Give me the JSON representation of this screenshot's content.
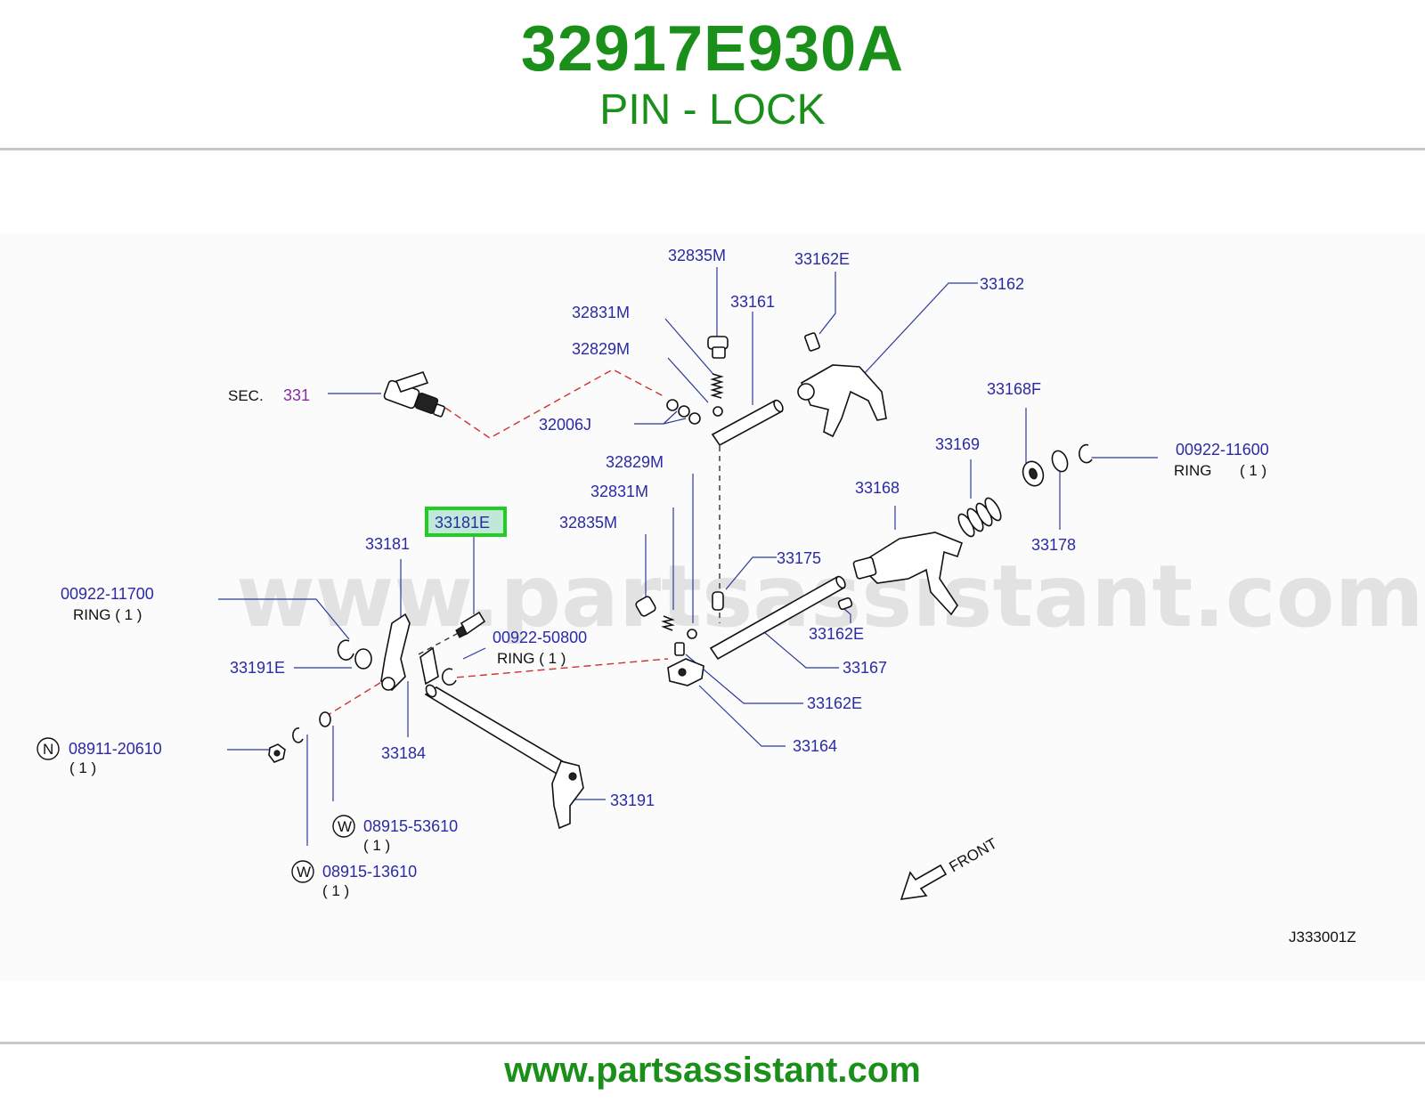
{
  "header": {
    "part_number": "32917E930A",
    "part_name": "PIN - LOCK"
  },
  "diagram": {
    "watermark": "www.partsassistant.com",
    "highlighted_part": "33181E",
    "highlight_color": "#22cc22",
    "labels": {
      "p32835M_top": "32835M",
      "p33162E_top": "33162E",
      "p33162": "33162",
      "p33161": "33161",
      "p32831M_top": "32831M",
      "p32829M_top": "32829M",
      "sec": "SEC.",
      "sec_num": "331",
      "p32006J": "32006J",
      "p33168F": "33168F",
      "p33169": "33169",
      "p00922_11600": "00922-11600",
      "ring_11600": "RING",
      "ring_11600_qty": "( 1 )",
      "p32829M_mid": "32829M",
      "p33168": "33168",
      "p32831M_mid": "32831M",
      "p33178": "33178",
      "p33181E": "33181E",
      "p32835M_mid": "32835M",
      "p33181": "33181",
      "p33175": "33175",
      "p00922_11700": "00922-11700",
      "ring_11700": "RING ( 1 )",
      "p00922_50800": "00922-50800",
      "ring_50800": "RING ( 1 )",
      "p33162E_mid": "33162E",
      "p33191E": "33191E",
      "p33167": "33167",
      "p33162E_low": "33162E",
      "p33184": "33184",
      "p33164": "33164",
      "n_badge": "N",
      "p08911_20610": "08911-20610",
      "qty_20610": "( 1 )",
      "p33191": "33191",
      "w_badge_1": "W",
      "p08915_53610": "08915-53610",
      "qty_53610": "( 1 )",
      "w_badge_2": "W",
      "p08915_13610": "08915-13610",
      "qty_13610": "( 1 )",
      "front": "FRONT",
      "diagram_code": "J333001Z"
    }
  },
  "footer": {
    "url": "www.partsassistant.com"
  }
}
